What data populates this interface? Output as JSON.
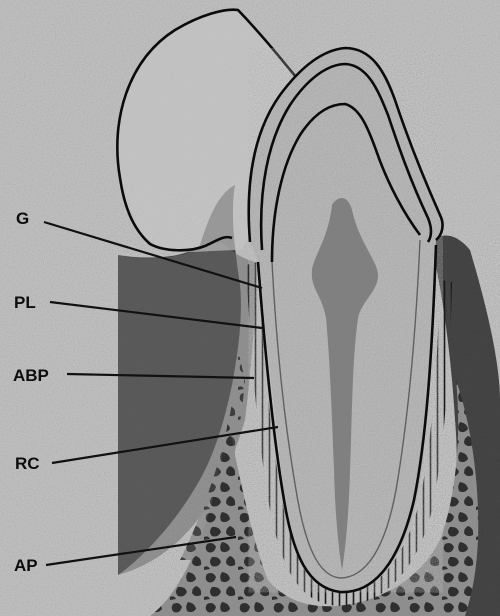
{
  "labels": {
    "g": "G",
    "pl": "PL",
    "abp": "ABP",
    "rc": "RC",
    "ap": "AP"
  },
  "colors": {
    "background": "#ffffff",
    "paper_light": "#c9c9c9",
    "paper_mid": "#9a9a9a",
    "gum_dark": "#4a4a4a",
    "gum_shadow": "#3a3a3a",
    "tooth_fill": "#bdbdbd",
    "pulp": "#7d7d7d",
    "bone": "#8a8a8a",
    "bone_spots": "#2e2e2e",
    "line": "#0d0d0d"
  }
}
